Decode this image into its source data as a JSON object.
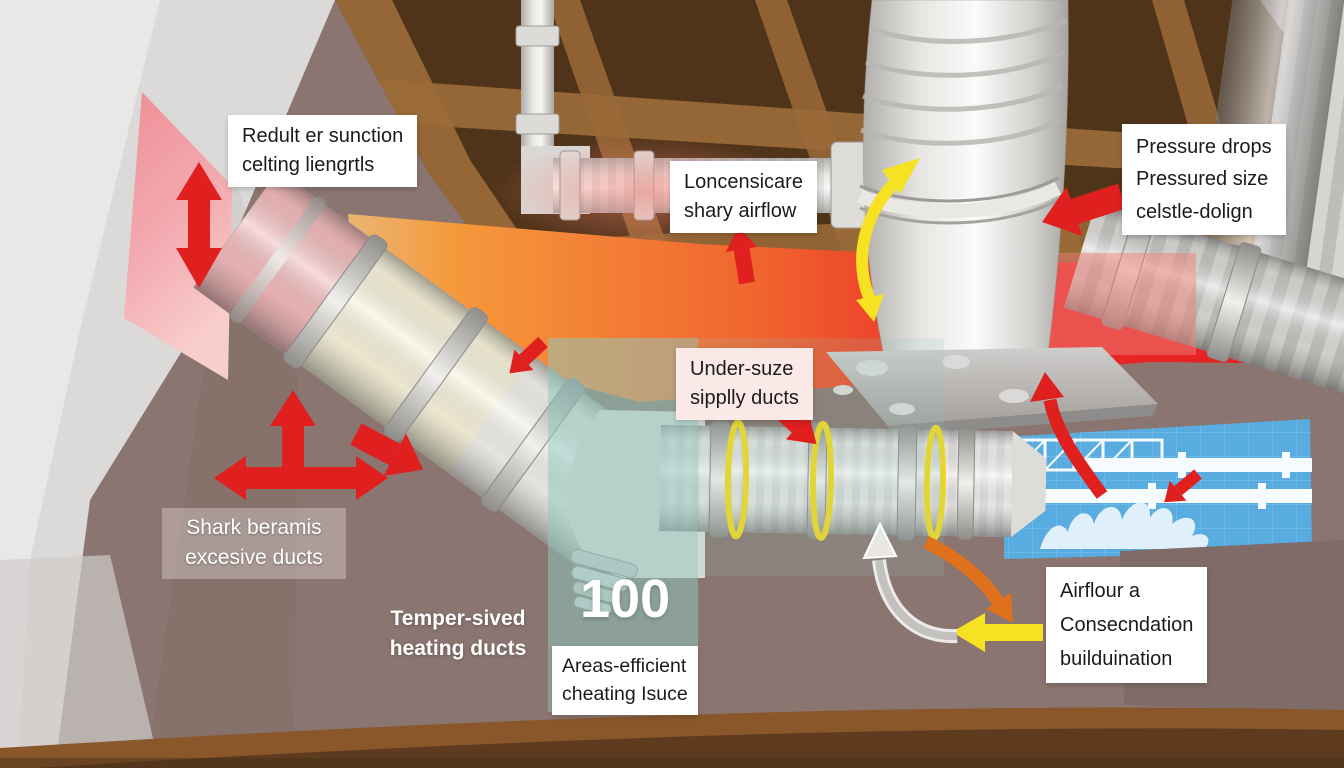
{
  "labels": {
    "duct_lengths": {
      "line1": "Redult er sunction",
      "line2": "celting liengrtls"
    },
    "shared_airflow": {
      "line1": "Loncensicare",
      "line2": "shary airflow"
    },
    "pressure_drops": {
      "line1": "Pressure drops",
      "line2": "Pressured size",
      "line3": "celstle-dolign"
    },
    "undersized_supply": {
      "line1": "Under-suze",
      "line2": "sipplly ducts"
    },
    "sharp_bends": {
      "line1": "Shark beramis",
      "line2": "excesive ducts"
    },
    "tempered_heating": {
      "line1": "Temper-sived",
      "line2": "heating ducts"
    },
    "duct_size_value": "100",
    "area_efficiency": {
      "line1": "Areas-efficient",
      "line2": "cheating Isuce"
    },
    "airflow_condensation": {
      "line1": "Airflour a",
      "line2": "Consecndation",
      "line3": "builduination"
    }
  },
  "colors": {
    "arrow_red": "#e01f1f",
    "arrow_yellow": "#f6e123",
    "arrow_orange": "#e0711c",
    "ring_yellow": "#f2d821",
    "heat_orange": "#f59a3c",
    "heat_red": "#ea2828",
    "blueprint_blue": "#58ace0",
    "teal_overlay": "#8fc7bd",
    "diffuser_pink": "#ee8f96",
    "ceiling_brown": "#50341a",
    "joist_brown": "#9a6a38",
    "wall_mauve": "#8b7570",
    "floor_brown": "#5e3a1f"
  }
}
